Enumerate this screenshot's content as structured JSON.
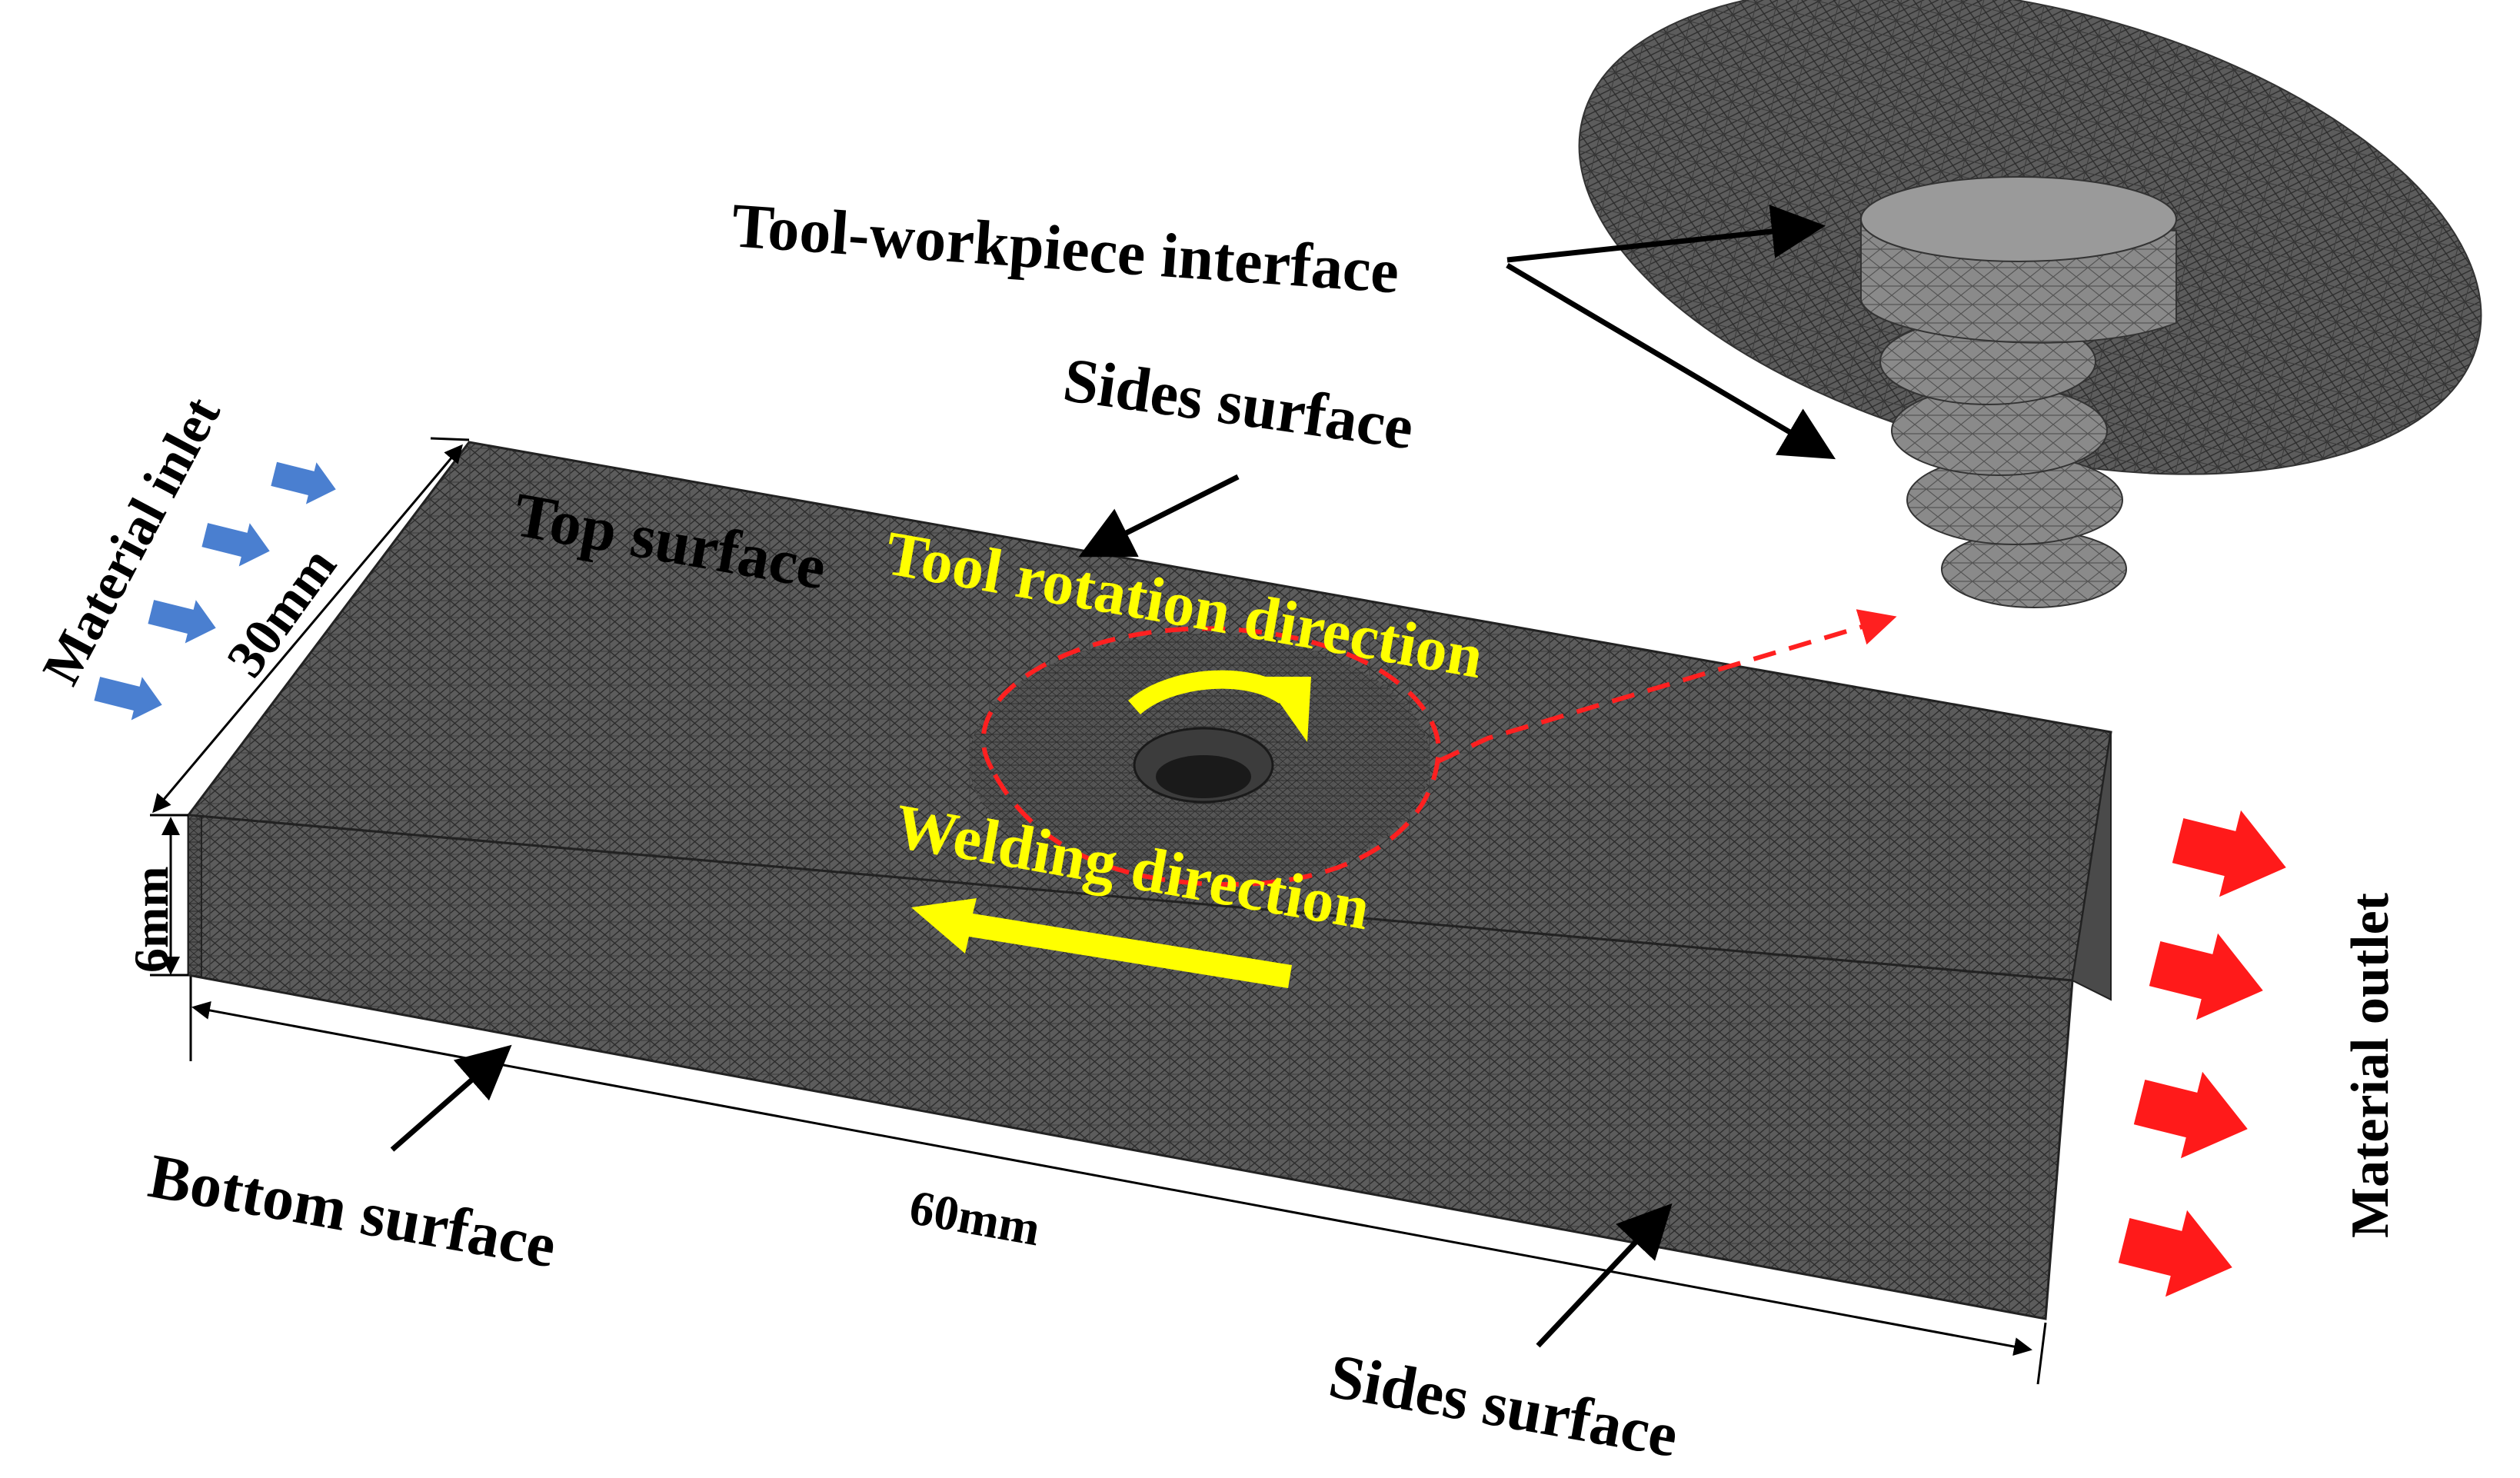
{
  "labels": {
    "tool_interface": "Tool-workpiece interface",
    "sides_surface_top": "Sides surface",
    "top_surface": "Top surface",
    "tool_rotation": "Tool rotation direction",
    "welding_direction": "Welding direction",
    "material_inlet": "Material inlet",
    "material_outlet": "Material outlet",
    "dim_width": "30mm",
    "dim_height": "6mm",
    "dim_length": "60mm",
    "bottom_surface": "Bottom surface",
    "sides_surface_bottom": "Sides surface"
  },
  "colors": {
    "mesh_fill": "#5a5a5a",
    "mesh_line": "#2a2a2a",
    "highlight_text": "#ffff00",
    "inlet_arrow": "#4a7fd0",
    "outlet_arrow": "#ff1a1a",
    "dashed_outline": "#ff2020",
    "annotation": "#000000"
  }
}
